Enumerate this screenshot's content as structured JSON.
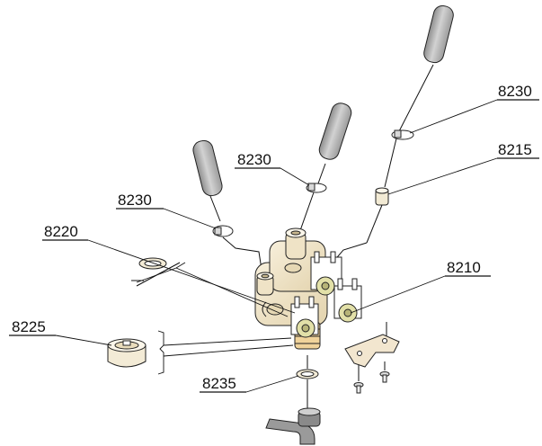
{
  "callouts": [
    {
      "id": "label-8230-right",
      "text": "8230"
    },
    {
      "id": "label-8215",
      "text": "8215"
    },
    {
      "id": "label-8230-mid",
      "text": "8230"
    },
    {
      "id": "label-8230-left",
      "text": "8230"
    },
    {
      "id": "label-8220",
      "text": "8220"
    },
    {
      "id": "label-8210",
      "text": "8210"
    },
    {
      "id": "label-8225",
      "text": "8225"
    },
    {
      "id": "label-8235",
      "text": "8235"
    }
  ],
  "colors": {
    "valve_body": "#efe3c6",
    "solenoid_coil": "#e2e0a8",
    "hose": "#b3b3b3",
    "elbow_hose": "#9a9a9a",
    "line": "#111111"
  }
}
